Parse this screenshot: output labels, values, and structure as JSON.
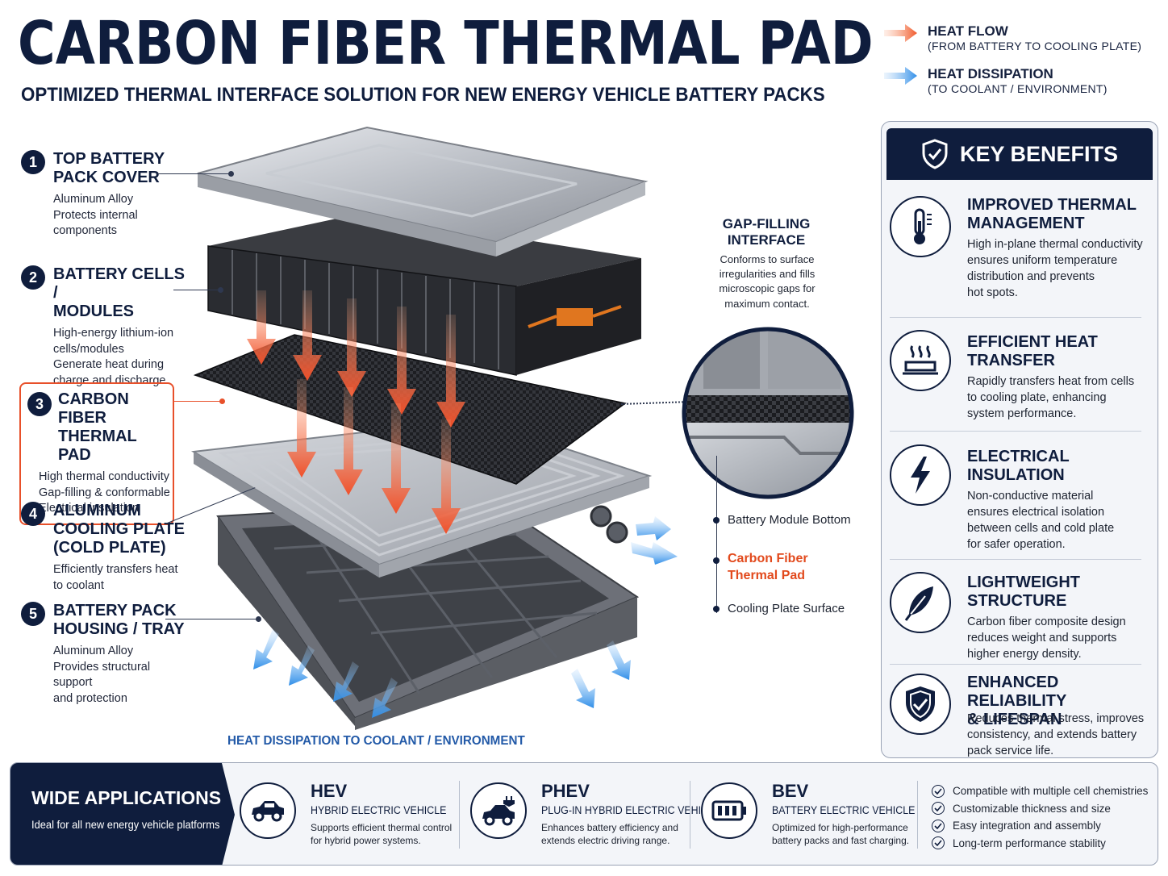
{
  "title": "CARBON FIBER THERMAL PAD",
  "subtitle": "OPTIMIZED THERMAL INTERFACE SOLUTION FOR NEW ENERGY VEHICLE BATTERY PACKS",
  "legend": {
    "heat_flow": {
      "label": "HEAT FLOW",
      "sub": "(FROM BATTERY TO COOLING PLATE)",
      "color": "#f0582a"
    },
    "heat_dissipation": {
      "label": "HEAT DISSIPATION",
      "sub": "(TO COOLANT / ENVIRONMENT)",
      "color": "#2f8ee8"
    }
  },
  "callouts": [
    {
      "num": "1",
      "title": "TOP BATTERY\nPACK COVER",
      "desc": "Aluminum Alloy\nProtects internal\ncomponents"
    },
    {
      "num": "2",
      "title": "BATTERY CELLS /\nMODULES",
      "desc": "High-energy lithium-ion\ncells/modules\nGenerate heat during\ncharge and discharge"
    },
    {
      "num": "3",
      "title": "CARBON FIBER\nTHERMAL PAD",
      "desc": "High thermal conductivity\nGap-filling & conformable\nElectrical insulation"
    },
    {
      "num": "4",
      "title": "ALUMINUM\nCOOLING PLATE\n(COLD PLATE)",
      "desc": "Efficiently transfers heat\nto coolant"
    },
    {
      "num": "5",
      "title": "BATTERY PACK\nHOUSING / TRAY",
      "desc": "Aluminum Alloy\nProvides structural support\nand protection"
    }
  ],
  "gap_interface": {
    "title": "GAP-FILLING\nINTERFACE",
    "desc": "Conforms to surface\nirregularities and fills\nmicroscopic gaps for\nmaximum contact."
  },
  "zoom_labels": {
    "top": "Battery Module Bottom",
    "middle": "Carbon Fiber\nThermal Pad",
    "bottom": "Cooling Plate Surface"
  },
  "dissipation_label": "HEAT DISSIPATION TO COOLANT / ENVIRONMENT",
  "benefits": {
    "heading": "KEY BENEFITS",
    "items": [
      {
        "icon": "thermometer-icon",
        "title": "IMPROVED THERMAL\nMANAGEMENT",
        "desc": "High in-plane thermal conductivity\nensures uniform temperature\ndistribution and prevents\nhot spots."
      },
      {
        "icon": "heat-transfer-icon",
        "title": "EFFICIENT HEAT\nTRANSFER",
        "desc": "Rapidly transfers heat from cells\nto cooling plate, enhancing\nsystem performance."
      },
      {
        "icon": "lightning-icon",
        "title": "ELECTRICAL\nINSULATION",
        "desc": "Non-conductive material\nensures electrical isolation\nbetween cells and cold plate\nfor safer operation."
      },
      {
        "icon": "feather-icon",
        "title": "LIGHTWEIGHT\nSTRUCTURE",
        "desc": "Carbon fiber composite design\nreduces weight and supports\nhigher energy density."
      },
      {
        "icon": "shield-check-icon",
        "title": "ENHANCED RELIABILITY\n& LIFESPAN",
        "desc": "Reduces thermal stress, improves\nconsistency, and extends battery\npack service life."
      }
    ]
  },
  "applications": {
    "heading": "WIDE APPLICATIONS",
    "sub": "Ideal for all new energy vehicle platforms",
    "items": [
      {
        "icon": "car-icon",
        "name": "HEV",
        "full": "HYBRID ELECTRIC VEHICLE",
        "desc": "Supports efficient thermal control\nfor hybrid power systems."
      },
      {
        "icon": "plug-in-car-icon",
        "name": "PHEV",
        "full": "PLUG-IN HYBRID ELECTRIC VEHICLE",
        "desc": "Enhances battery efficiency and\nextends electric driving range."
      },
      {
        "icon": "battery-icon",
        "name": "BEV",
        "full": "BATTERY ELECTRIC VEHICLE",
        "desc": "Optimized for high-performance\nbattery packs and fast charging."
      }
    ],
    "checks": [
      "Compatible with multiple cell chemistries",
      "Customizable thickness and size",
      "Easy integration and assembly",
      "Long-term performance stability"
    ]
  },
  "colors": {
    "navy": "#0f1d3d",
    "accent_orange": "#e8502a",
    "accent_blue": "#2f8ee8"
  }
}
